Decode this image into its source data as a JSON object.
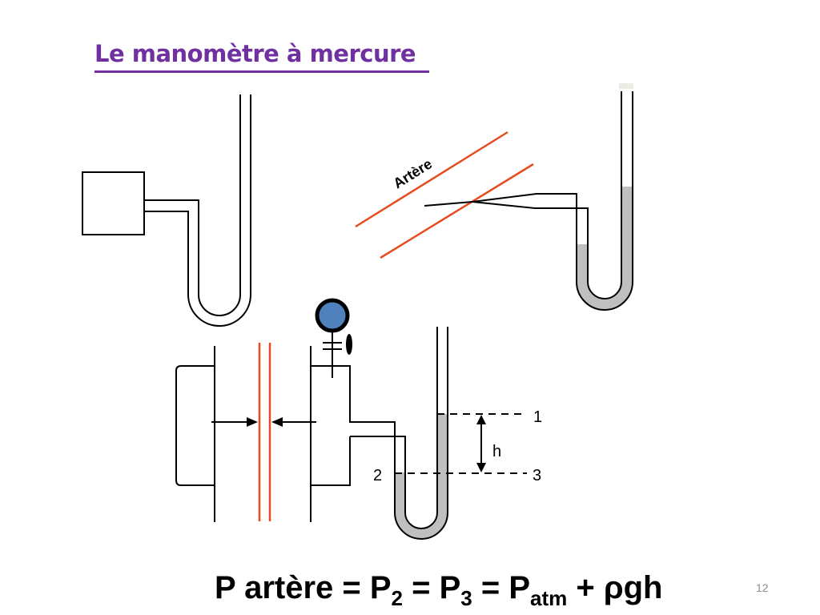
{
  "slide": {
    "title": "Le manomètre à mercure",
    "artery_label": "Artère",
    "labels": {
      "level_1": "1",
      "level_2": "2",
      "level_3": "3",
      "height": "h"
    },
    "formula": {
      "p1": "P artère = P",
      "s1": "2",
      "p2": " = P",
      "s2": "3",
      "p3": " = P",
      "s3": "atm",
      "p4": " + ρgh"
    },
    "page_number": "12"
  },
  "colors": {
    "title": "#7030a0",
    "artery": "#e84b1f",
    "mercury": "#bfbfbf",
    "bulb": "#4f81bd"
  }
}
